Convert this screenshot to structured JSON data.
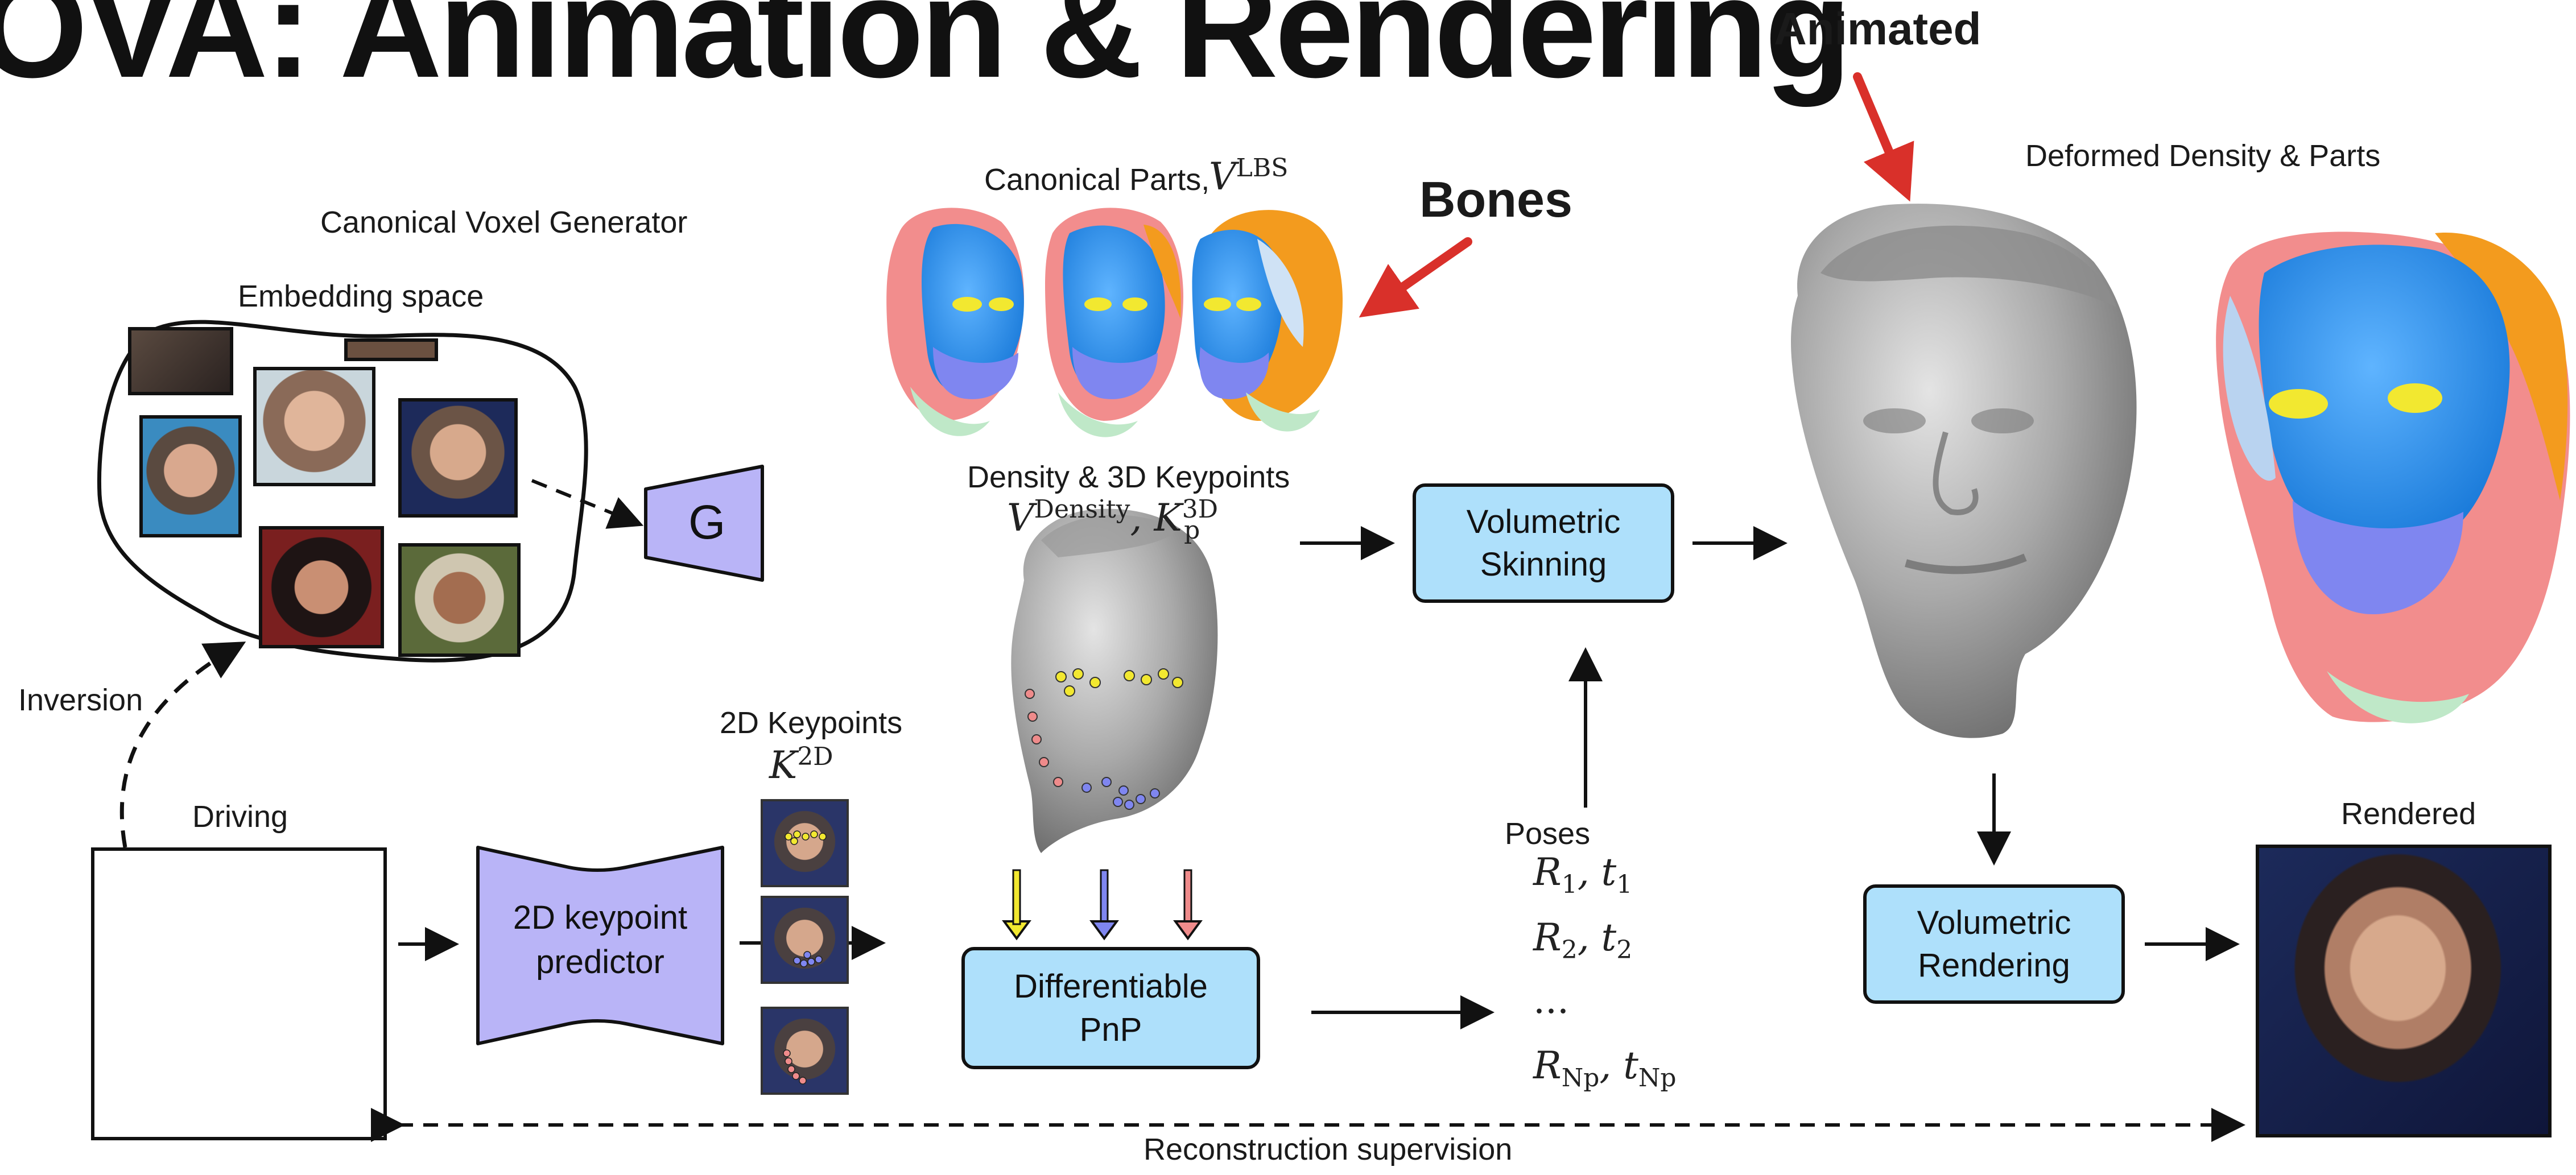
{
  "title": "OVA: Animation & Rendering",
  "labels": {
    "canonical_voxel_generator": "Canonical Voxel Generator",
    "embedding_space": "Embedding space",
    "generator": "G",
    "inversion": "Inversion",
    "driving": "Driving",
    "keypoint_predictor_line1": "2D keypoint",
    "keypoint_predictor_line2": "predictor",
    "keypoints_2d": "2D Keypoints",
    "keypoints_2d_symbol": "K",
    "keypoints_2d_sup": "2D",
    "canonical_parts": "Canonical Parts,",
    "canonical_parts_symbol": "V",
    "canonical_parts_sup": "LBS",
    "bones": "Bones",
    "animated": "Animated",
    "density_keypoints": "Density & 3D Keypoints",
    "density_symbol": "V",
    "density_sup": "Density",
    "keypoints_3d_symbol": ", K",
    "keypoints_3d_sup": "3D",
    "keypoints_3d_sub": "p",
    "volumetric_skinning_line1": "Volumetric",
    "volumetric_skinning_line2": "Skinning",
    "deformed_density_parts": "Deformed Density & Parts",
    "differentiable_pnp_line1": "Differentiable",
    "differentiable_pnp_line2": "PnP",
    "poses": "Poses",
    "pose_1": "R",
    "pose_1_sub": "1",
    "pose_1_t": ", t",
    "pose_1_t_sub": "1",
    "pose_2": "R",
    "pose_2_sub": "2",
    "pose_2_t": ", t",
    "pose_2_t_sub": "2",
    "pose_ellipsis": "...",
    "pose_n": "R",
    "pose_n_sub": "Np",
    "pose_n_t": ", t",
    "pose_n_t_sub": "Np",
    "volumetric_rendering_line1": "Volumetric",
    "volumetric_rendering_line2": "Rendering",
    "rendered": "Rendered",
    "reconstruction_supervision": "Reconstruction supervision"
  },
  "colors": {
    "box_blue": "#aee0fb",
    "box_purple": "#b9b4f7",
    "arrow_red": "#d9302a",
    "keypoint_yellow": "#f2e830",
    "keypoint_blue": "#7f86f0",
    "keypoint_red": "#ef8b8b"
  },
  "icons": {
    "embedding_faces": [
      "face-thumbnail",
      "face-thumbnail",
      "face-thumbnail",
      "face-thumbnail",
      "face-thumbnail",
      "face-thumbnail"
    ],
    "keypoint_thumbnails": [
      "face-keypoints-yellow",
      "face-keypoints-blue",
      "face-keypoints-red"
    ],
    "canonical_heads": [
      "colored-head",
      "colored-head",
      "colored-head"
    ],
    "density_head": "gray-head",
    "deformed_gray_head": "gray-head-animated",
    "deformed_parts_head": "colored-head-animated",
    "driving_image": "driving-face",
    "rendered_image": "rendered-face"
  }
}
